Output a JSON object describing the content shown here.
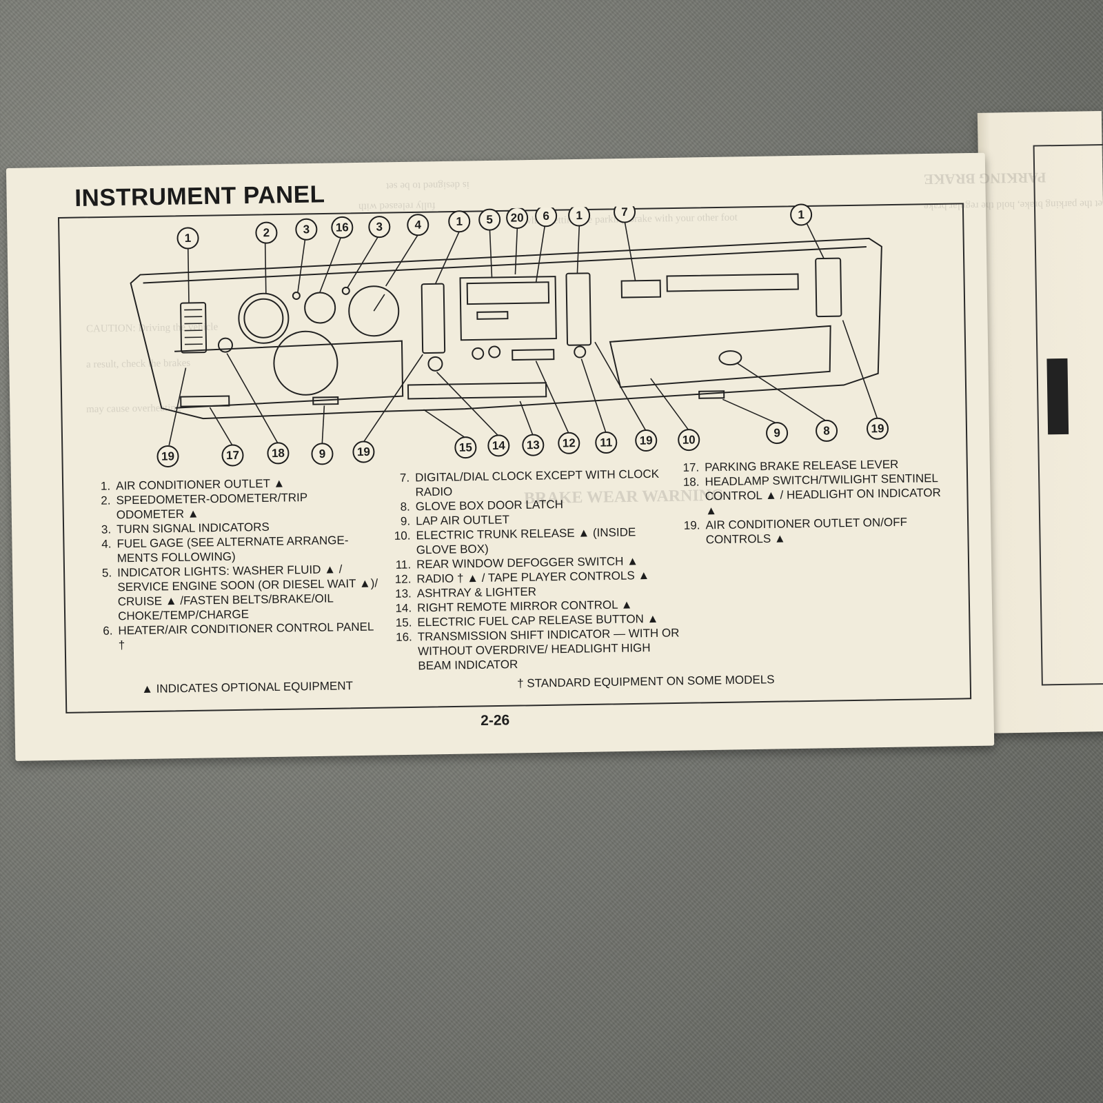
{
  "page": {
    "title": "INSTRUMENT PANEL",
    "page_number": "2-26"
  },
  "diagram": {
    "callouts": [
      "1",
      "2",
      "3",
      "16",
      "3",
      "4",
      "1",
      "5",
      "20",
      "6",
      "1",
      "7",
      "1",
      "19",
      "17",
      "18",
      "9",
      "19",
      "15",
      "14",
      "13",
      "12",
      "11",
      "19",
      "10",
      "9",
      "8",
      "19"
    ]
  },
  "legend": {
    "col1": [
      {
        "n": "1.",
        "text": "AIR CONDITIONER OUTLET ▲"
      },
      {
        "n": "2.",
        "text": "SPEEDOMETER-ODOMETER/TRIP ODOMETER ▲"
      },
      {
        "n": "3.",
        "text": "TURN SIGNAL INDICATORS"
      },
      {
        "n": "4.",
        "text": "FUEL GAGE (SEE ALTERNATE ARRANGE- MENTS FOLLOWING)"
      },
      {
        "n": "5.",
        "text": "INDICATOR LIGHTS: WASHER FLUID ▲ / SERVICE ENGINE SOON (OR DIESEL WAIT ▲)/ CRUISE ▲ /FASTEN BELTS/BRAKE/OIL CHOKE/TEMP/CHARGE"
      },
      {
        "n": "6.",
        "text": "HEATER/AIR CONDITIONER CONTROL PANEL †"
      }
    ],
    "col2": [
      {
        "n": "7.",
        "text": "DIGITAL/DIAL CLOCK EXCEPT WITH CLOCK RADIO"
      },
      {
        "n": "8.",
        "text": "GLOVE BOX DOOR LATCH"
      },
      {
        "n": "9.",
        "text": "LAP AIR OUTLET"
      },
      {
        "n": "10.",
        "text": "ELECTRIC TRUNK RELEASE ▲ (INSIDE GLOVE BOX)"
      },
      {
        "n": "11.",
        "text": "REAR WINDOW DEFOGGER SWITCH ▲"
      },
      {
        "n": "12.",
        "text": "RADIO † ▲ / TAPE PLAYER CONTROLS ▲"
      },
      {
        "n": "13.",
        "text": "ASHTRAY & LIGHTER"
      },
      {
        "n": "14.",
        "text": "RIGHT REMOTE MIRROR CONTROL ▲"
      },
      {
        "n": "15.",
        "text": "ELECTRIC FUEL CAP RELEASE BUTTON ▲"
      },
      {
        "n": "16.",
        "text": "TRANSMISSION SHIFT INDICATOR — WITH OR WITHOUT OVERDRIVE/ HEADLIGHT HIGH BEAM INDICATOR"
      }
    ],
    "col3": [
      {
        "n": "17.",
        "text": "PARKING BRAKE RELEASE LEVER"
      },
      {
        "n": "18.",
        "text": "HEADLAMP SWITCH/TWILIGHT SENTINEL CONTROL ▲ / HEADLIGHT ON INDICATOR ▲"
      },
      {
        "n": "19.",
        "text": "AIR CONDITIONER OUTLET ON/OFF CONTROLS ▲"
      }
    ]
  },
  "footnotes": {
    "optional": "▲ INDICATES OPTIONAL EQUIPMENT",
    "standard": "† STANDARD EQUIPMENT ON SOME MODELS"
  },
  "bleed_text": {
    "left": [
      "is designed to be set",
      "fully released with",
      "CAUTION: Driving the vehicle",
      "may cause overheating",
      "a result, check the brakes"
    ],
    "right": [
      "PARKING BRAKE",
      "To set the parking brake, hold the regular brake",
      "while setting the parking brake with your other foot",
      "BRAKE WEAR WARNING"
    ]
  }
}
